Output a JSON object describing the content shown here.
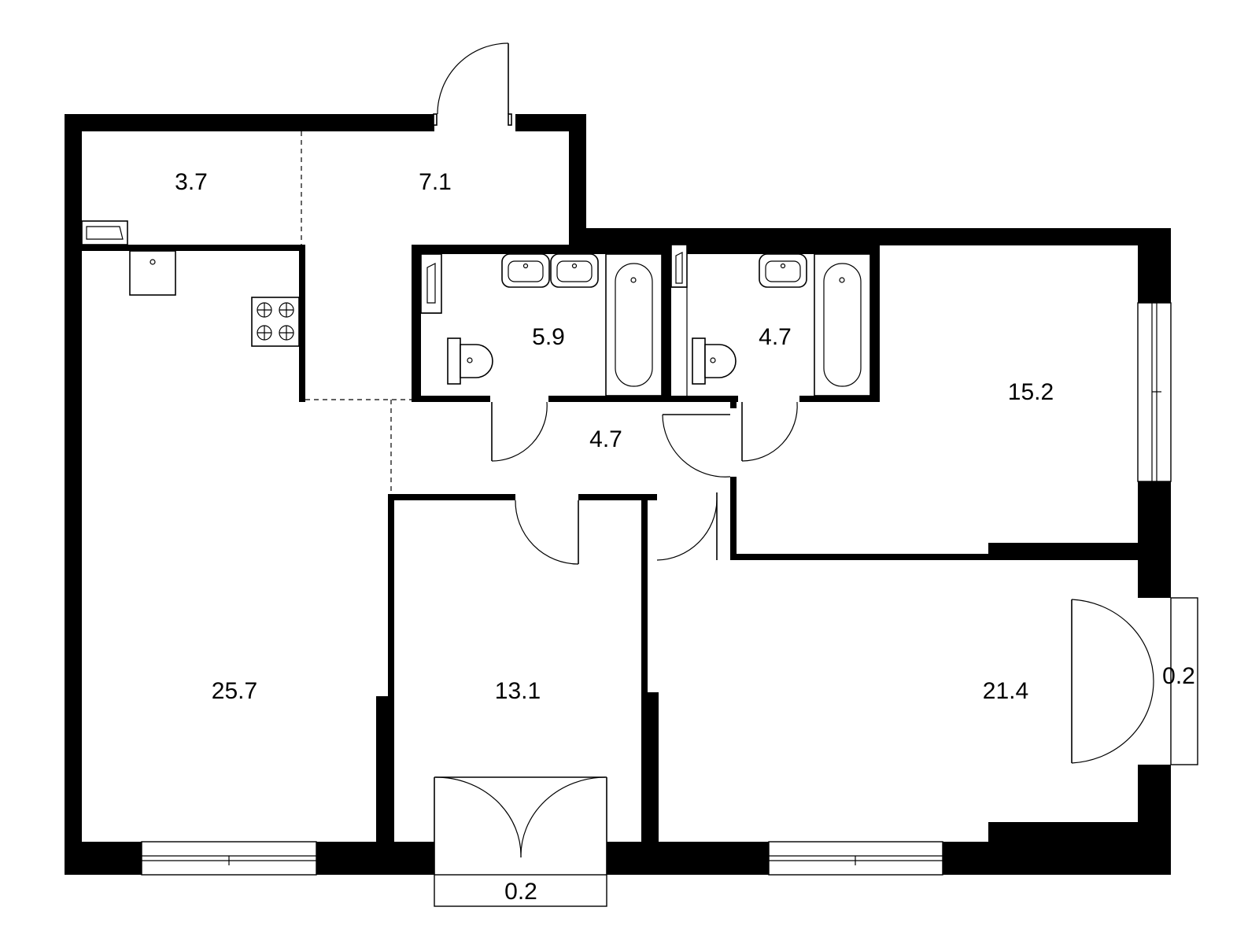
{
  "plan": {
    "rooms": [
      {
        "id": "storage",
        "area": "3.7"
      },
      {
        "id": "hall",
        "area": "7.1"
      },
      {
        "id": "bathroom-1",
        "area": "5.9"
      },
      {
        "id": "bathroom-2",
        "area": "4.7"
      },
      {
        "id": "bedroom-1",
        "area": "15.2"
      },
      {
        "id": "corridor",
        "area": "4.7"
      },
      {
        "id": "kitchen-living",
        "area": "25.7"
      },
      {
        "id": "bedroom-2",
        "area": "13.1"
      },
      {
        "id": "bedroom-3",
        "area": "21.4"
      },
      {
        "id": "balcony-right",
        "area": "0.2"
      },
      {
        "id": "balcony-bottom",
        "area": "0.2"
      }
    ]
  }
}
